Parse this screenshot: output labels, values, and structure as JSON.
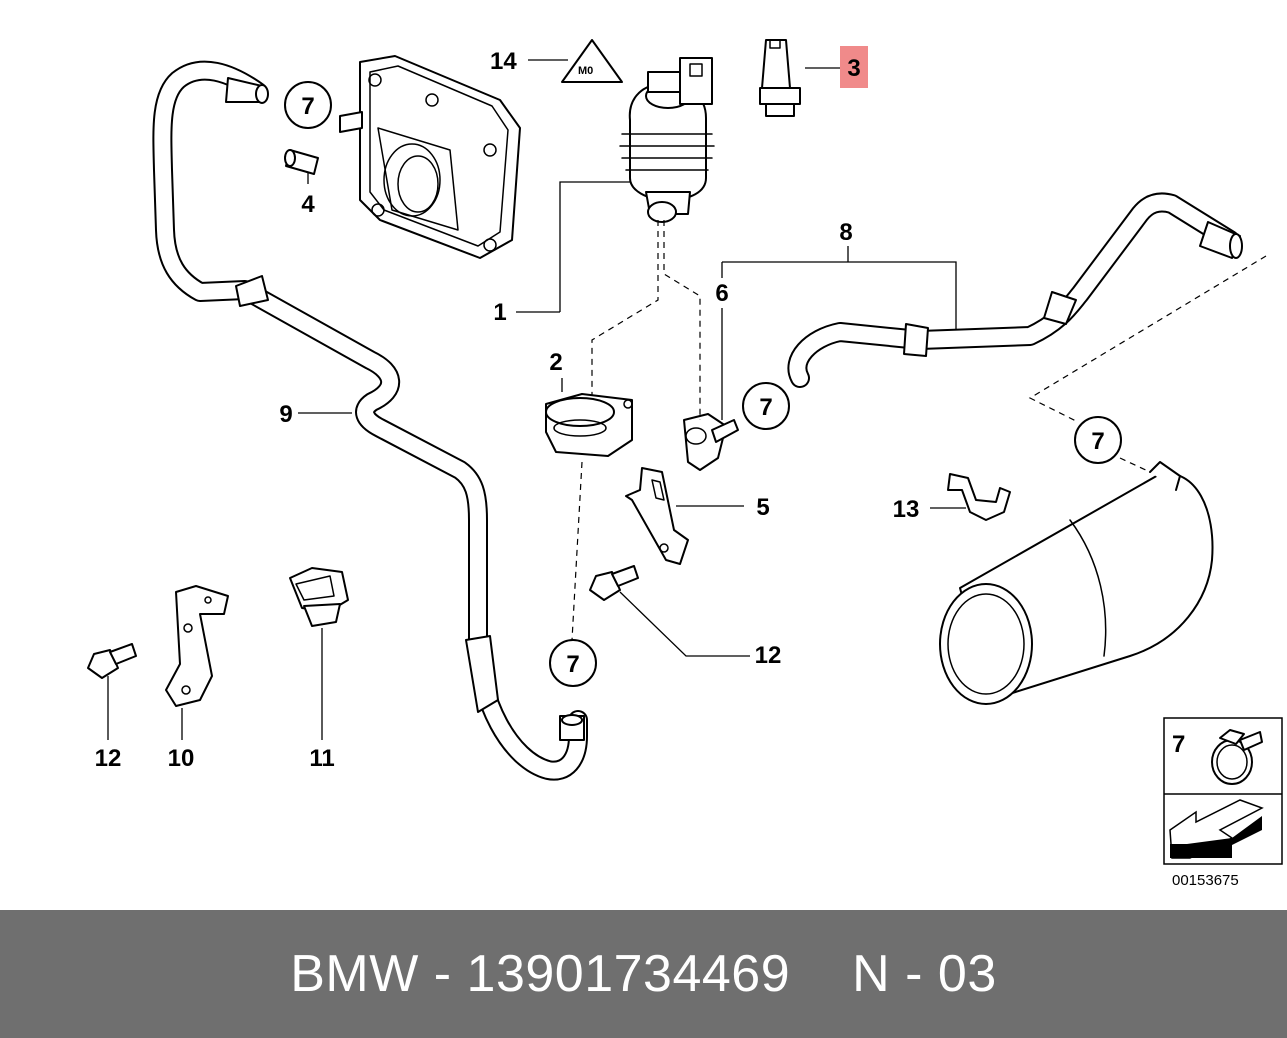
{
  "diagram": {
    "labels": {
      "l1": "1",
      "l2": "2",
      "l3": "3",
      "l4": "4",
      "l5": "5",
      "l6": "6",
      "l8": "8",
      "l9": "9",
      "l10": "10",
      "l11": "11",
      "l12a": "12",
      "l12b": "12",
      "l13": "13",
      "l14": "14",
      "c7a": "7",
      "c7b": "7",
      "c7c": "7",
      "c7d": "7",
      "legend7": "7"
    },
    "highlighted_label": "3",
    "highlight_color": "#f08a8a",
    "reference_number": "00153675"
  },
  "footer": {
    "part_text": "BMW - 13901734469",
    "code_text": "N - 03",
    "background_color": "#6f6f6f"
  }
}
